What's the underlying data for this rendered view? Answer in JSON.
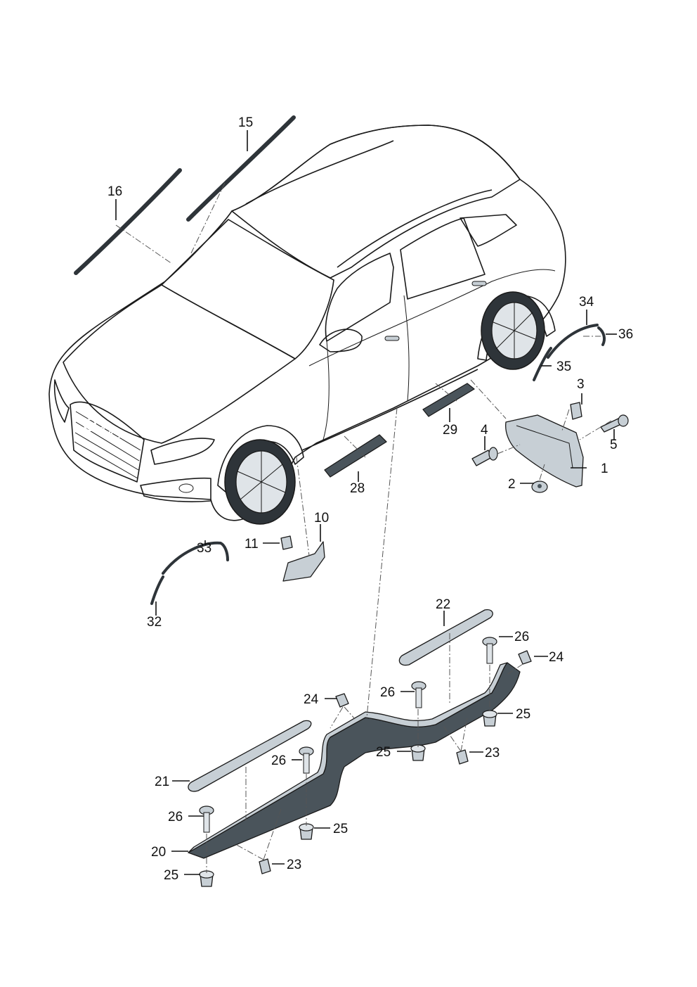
{
  "colors": {
    "body": "#e9edf0",
    "body_shade": "#c7cfd5",
    "glass": "#7f8f9b",
    "glass_light": "#a6b3bc",
    "dark_part": "#4a545b",
    "line": "#1a1a1a",
    "background": "#ffffff"
  },
  "callouts": {
    "c1": "1",
    "c2": "2",
    "c3": "3",
    "c4": "4",
    "c5": "5",
    "c10": "10",
    "c11": "11",
    "c15": "15",
    "c16": "16",
    "c20": "20",
    "c21": "21",
    "c22": "22",
    "c23a": "23",
    "c23b": "23",
    "c24a": "24",
    "c24b": "24",
    "c25a": "25",
    "c25b": "25",
    "c25c": "25",
    "c25d": "25",
    "c26a": "26",
    "c26b": "26",
    "c26c": "26",
    "c26d": "26",
    "c28": "28",
    "c29": "29",
    "c32": "32",
    "c33": "33",
    "c34": "34",
    "c35": "35",
    "c36": "36"
  }
}
